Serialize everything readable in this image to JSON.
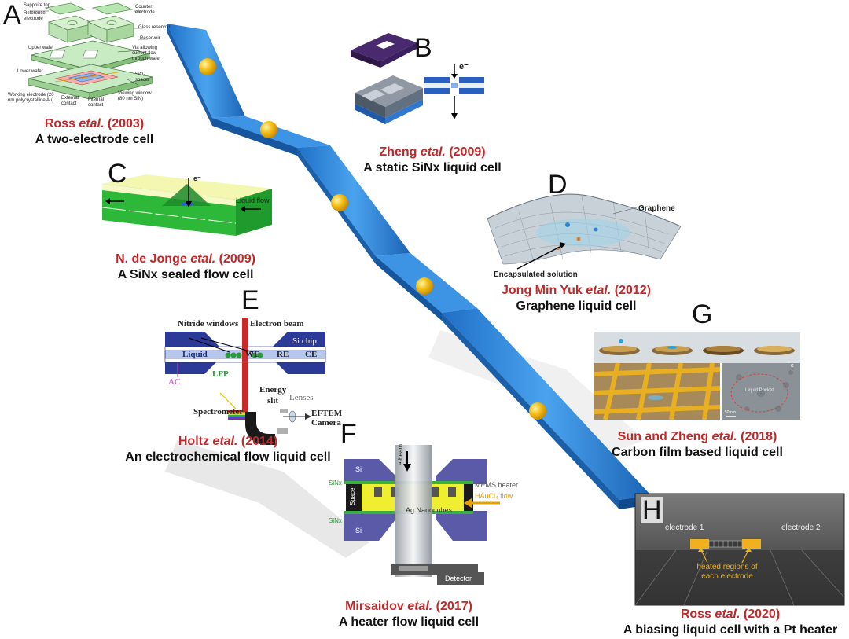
{
  "panels": {
    "A": {
      "letter": "A",
      "author": "Ross",
      "etal": "etal.",
      "year": "(2003)",
      "desc": "A two-electrode cell",
      "labels": [
        "Sapphire top",
        "Reference electrode",
        "Counter electrode",
        "Glass reservoir",
        "Reservoir",
        "Upper wafer",
        "Via allowing current flow through wafer",
        "Lower wafer",
        "SiO₂ spacer",
        "Working electrode (20 nm polycrystalline Au)",
        "External contact",
        "Internal contact",
        "Viewing window (80 nm SiN)"
      ]
    },
    "B": {
      "letter": "B",
      "author": "Zheng",
      "etal": "etal.",
      "year": "(2009)",
      "desc": "A static SiNx liquid cell",
      "beam": "e⁻"
    },
    "C": {
      "letter": "C",
      "author": "N. de Jonge",
      "etal": "etal.",
      "year": "(2009)",
      "desc": "A SiNx sealed flow cell",
      "beam": "e⁻",
      "flow": "Liquid flow"
    },
    "D": {
      "letter": "D",
      "author": "Jong Min Yuk",
      "etal": "etal.",
      "year": "(2012)",
      "desc": "Graphene liquid cell",
      "graphene": "Graphene",
      "solution": "Encapsulated solution"
    },
    "E": {
      "letter": "E",
      "author": "Holtz",
      "etal": "etal.",
      "year": "(2014)",
      "desc": "An electrochemical flow liquid cell",
      "nitride": "Nitride windows",
      "beam": "Electron beam",
      "chip": "Si chip",
      "liquid": "Liquid",
      "we": "WE",
      "re": "RE",
      "ce": "CE",
      "ac": "AC",
      "lfp": "LFP",
      "energy": "Energy",
      "slit": "slit",
      "lenses": "Lenses",
      "spectrometer": "Spectrometer",
      "eftem": "EFTEM",
      "camera": "Camera"
    },
    "F": {
      "letter": "F",
      "author": "Mirsaidov",
      "etal": "etal.",
      "year": "(2017)",
      "desc": "A heater flow liquid cell",
      "ebeam": "e-beam",
      "si_top": "Si",
      "si_bottom": "Si",
      "sinx_top": "SiNx",
      "sinx_bottom": "SiNx",
      "spacer": "Spacer",
      "mems": "MEMS heater",
      "haucl": "HAuCl₄ flow",
      "nanocubes": "Ag Nanocubes",
      "detector": "Detector"
    },
    "G": {
      "letter": "G",
      "author": "Sun and Zheng",
      "etal": "etal.",
      "year": "(2018)",
      "desc": "Carbon film based liquid cell",
      "sub_c": "c",
      "scale": "50 nm",
      "pocket": "Liquid Pocket"
    },
    "H": {
      "letter": "H",
      "author": "Ross",
      "etal": "etal.",
      "year": "(2020)",
      "desc": "A biasing liquid cell with a Pt heater",
      "electrode1": "electrode 1",
      "electrode2": "electrode 2",
      "heated": "heated regions of each electrode"
    }
  },
  "colors": {
    "ribbon_top": "#2f86de",
    "ribbon_side": "#16569e",
    "ball": "#f2b705",
    "reference": "#c0282a"
  },
  "ribbon_balls": 5
}
